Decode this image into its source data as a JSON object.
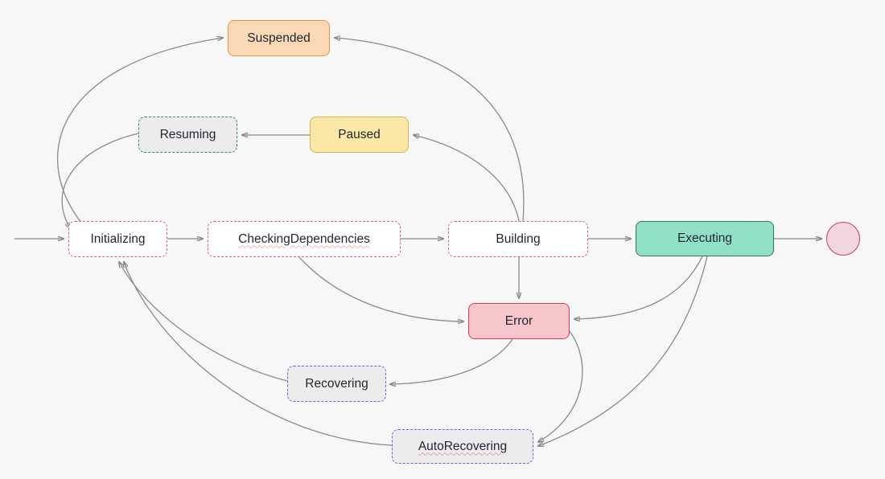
{
  "diagram": {
    "type": "state-machine",
    "background_color": "#f7f7f8",
    "edge_color": "#8a8a8a",
    "states": {
      "initializing": {
        "label": "Initializing",
        "fill": "#ffffff",
        "border_color": "#e8538b",
        "border_style": "dashed"
      },
      "checking_dependencies": {
        "label": "CheckingDependencies",
        "fill": "#ffffff",
        "border_color": "#e8538b",
        "border_style": "dashed"
      },
      "building": {
        "label": "Building",
        "fill": "#ffffff",
        "border_color": "#e8538b",
        "border_style": "dashed"
      },
      "executing": {
        "label": "Executing",
        "fill": "#90e0c6",
        "border_color": "#2e7763",
        "border_style": "solid"
      },
      "error": {
        "label": "Error",
        "fill": "#f6c6ca",
        "border_color": "#d9404c",
        "border_style": "solid"
      },
      "suspended": {
        "label": "Suspended",
        "fill": "#fbd8b6",
        "border_color": "#e8954a",
        "border_style": "solid"
      },
      "paused": {
        "label": "Paused",
        "fill": "#fbe8a6",
        "border_color": "#dfb345",
        "border_style": "solid"
      },
      "resuming": {
        "label": "Resuming",
        "fill": "#ececec",
        "border_color": "#2f8a6d",
        "border_style": "dashed"
      },
      "recovering": {
        "label": "Recovering",
        "fill": "#ececec",
        "border_color": "#7e57f0",
        "border_style": "dashed"
      },
      "auto_recovering": {
        "label": "AutoRecovering",
        "fill": "#ececec",
        "border_color": "#7e57f0",
        "border_style": "dashed"
      }
    },
    "pseudo_states": {
      "start": {
        "kind": "initial-arrow"
      },
      "end": {
        "kind": "final-circle",
        "fill": "#f2d7e2",
        "border_color": "#d6336c"
      }
    },
    "transitions": [
      {
        "from": "[start]",
        "to": "Initializing"
      },
      {
        "from": "Initializing",
        "to": "CheckingDependencies"
      },
      {
        "from": "CheckingDependencies",
        "to": "Building"
      },
      {
        "from": "Building",
        "to": "Executing"
      },
      {
        "from": "Executing",
        "to": "[end]"
      },
      {
        "from": "Building",
        "to": "Error"
      },
      {
        "from": "CheckingDependencies",
        "to": "Error"
      },
      {
        "from": "Executing",
        "to": "Error"
      },
      {
        "from": "Error",
        "to": "Recovering"
      },
      {
        "from": "Error",
        "to": "AutoRecovering"
      },
      {
        "from": "Executing",
        "to": "AutoRecovering"
      },
      {
        "from": "Recovering",
        "to": "Initializing"
      },
      {
        "from": "AutoRecovering",
        "to": "Initializing"
      },
      {
        "from": "Building",
        "to": "Paused"
      },
      {
        "from": "Paused",
        "to": "Resuming"
      },
      {
        "from": "Resuming",
        "to": "Initializing"
      },
      {
        "from": "Building",
        "to": "Suspended"
      },
      {
        "from": "Initializing",
        "to": "Suspended"
      }
    ]
  }
}
